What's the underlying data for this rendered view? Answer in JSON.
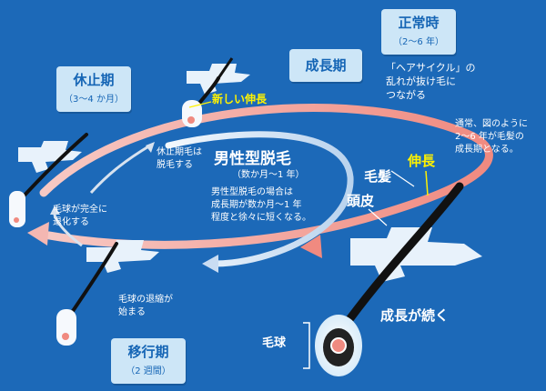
{
  "stages": {
    "normal": {
      "title": "正常時",
      "duration": "（2〜6 年）"
    },
    "growth": {
      "title": "成長期"
    },
    "rest": {
      "title": "休止期",
      "duration": "（3〜4 か月）"
    },
    "transition": {
      "title": "移行期",
      "duration": "（2 週間）"
    }
  },
  "center": {
    "title": "男性型脱毛",
    "duration": "（数か月〜1 年）",
    "desc": [
      "男性型脱毛の場合は",
      "成長期が数か月〜1 年",
      "程度と徐々に短くなる。"
    ]
  },
  "notes": {
    "cycle_disorder": [
      "「ヘアサイクル」の",
      "乱れが抜け毛に",
      "つながる"
    ],
    "normal_desc": [
      "通常、図のように",
      "2〜6 年が毛髪の",
      "成長期となる。"
    ],
    "rest_shed": [
      "休止期毛は",
      "脱毛する"
    ],
    "regression": [
      "毛球が完全に",
      "退化する"
    ],
    "bulb_shrink": [
      "毛球の退縮が",
      "始まる"
    ]
  },
  "labels": {
    "new_growth": "新しい伸長",
    "elongation": "伸長",
    "hair": "毛髪",
    "scalp": "頭皮",
    "continues": "成長が続く",
    "bulb": "毛球"
  },
  "colors": {
    "background": "#1c69b8",
    "box": "#cde6f7",
    "box_text": "#1565b5",
    "pink_arrow": "#f4b7b2",
    "pink_arrow_dark": "#f08a80",
    "blue_arrow": "#dbe8f7",
    "highlight": "#fff200"
  }
}
